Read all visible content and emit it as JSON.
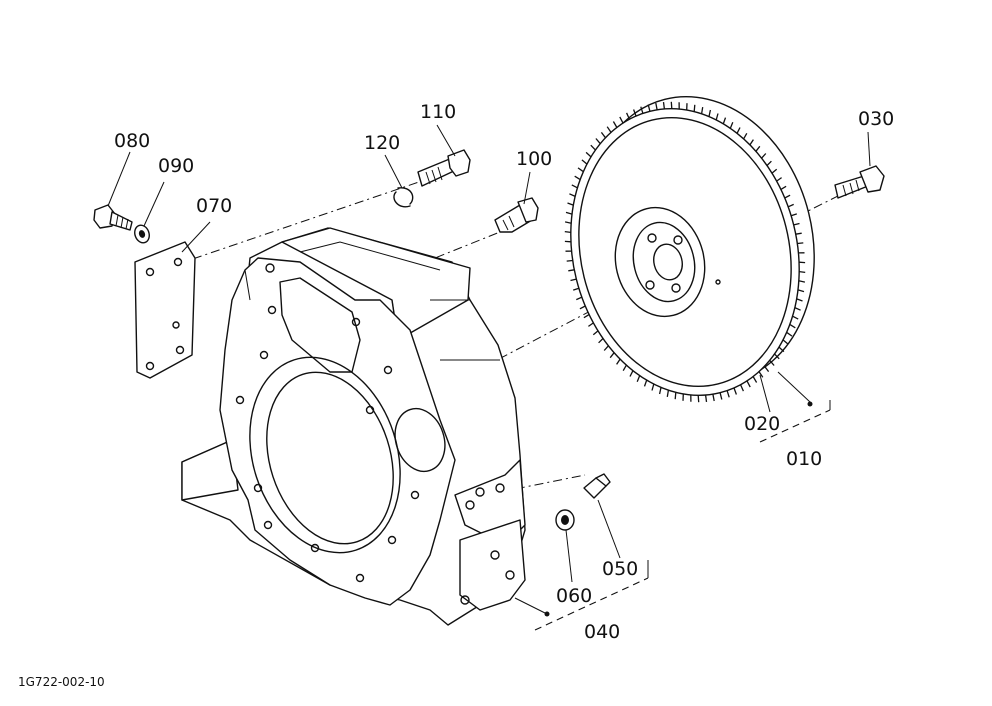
{
  "diagram_code": "1G722-002-10",
  "labels": {
    "p010": "010",
    "p020": "020",
    "p030": "030",
    "p040": "040",
    "p050": "050",
    "p060": "060",
    "p070": "070",
    "p080": "080",
    "p090": "090",
    "p100": "100",
    "p110": "110",
    "p120": "120"
  }
}
